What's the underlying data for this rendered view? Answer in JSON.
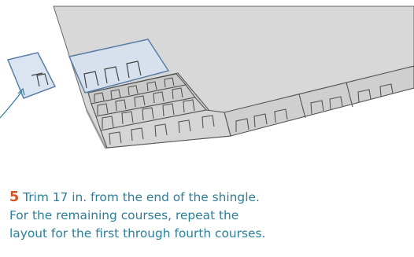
{
  "caption": {
    "step_number": "5",
    "lines": [
      "Trim 17 in. from the end of the shingle.",
      "For the remaining courses, repeat the",
      "layout for the first through fourth courses."
    ]
  },
  "colors": {
    "roof_fill": "#d8d8d8",
    "outline": "#555555",
    "highlight_fill": "#d6e2f0",
    "highlight_stroke": "#5b7fa6",
    "accent_number": "#d2561f",
    "caption_text": "#2a7f9a"
  }
}
